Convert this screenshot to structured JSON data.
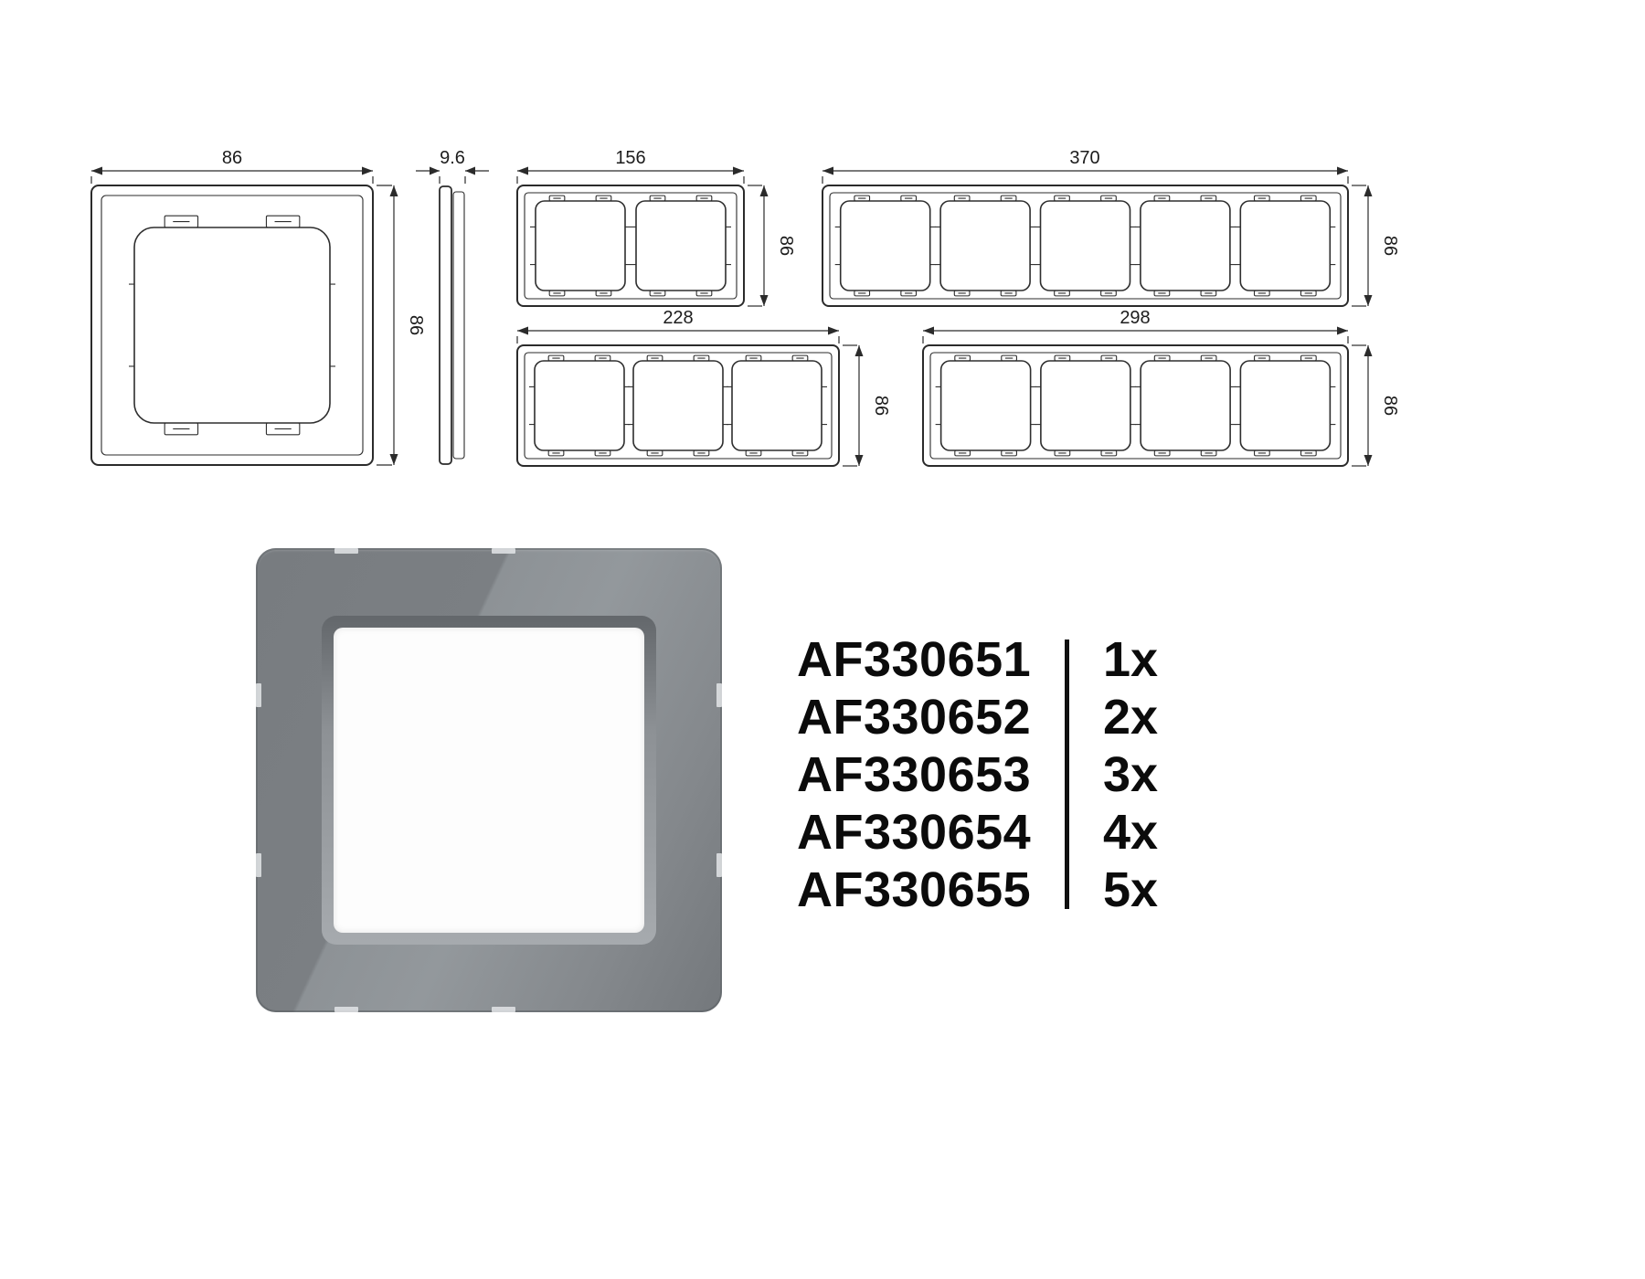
{
  "drawings": {
    "single_front": {
      "width_mm": "86",
      "height_mm": "86",
      "modules": 1
    },
    "side_view": {
      "depth_mm": "9.6"
    },
    "frame_2gang": {
      "width_mm": "156",
      "height_mm": "86",
      "modules": 2
    },
    "frame_5gang": {
      "width_mm": "370",
      "height_mm": "86",
      "modules": 5
    },
    "frame_3gang": {
      "width_mm": "228",
      "height_mm": "86",
      "modules": 3
    },
    "frame_4gang": {
      "width_mm": "298",
      "height_mm": "86",
      "modules": 4
    }
  },
  "product_render": {
    "frame_color": "#85898d",
    "window_color": "#fdfdfd"
  },
  "parts": [
    {
      "code": "AF330651",
      "qty": "1x"
    },
    {
      "code": "AF330652",
      "qty": "2x"
    },
    {
      "code": "AF330653",
      "qty": "3x"
    },
    {
      "code": "AF330654",
      "qty": "4x"
    },
    {
      "code": "AF330655",
      "qty": "5x"
    }
  ]
}
